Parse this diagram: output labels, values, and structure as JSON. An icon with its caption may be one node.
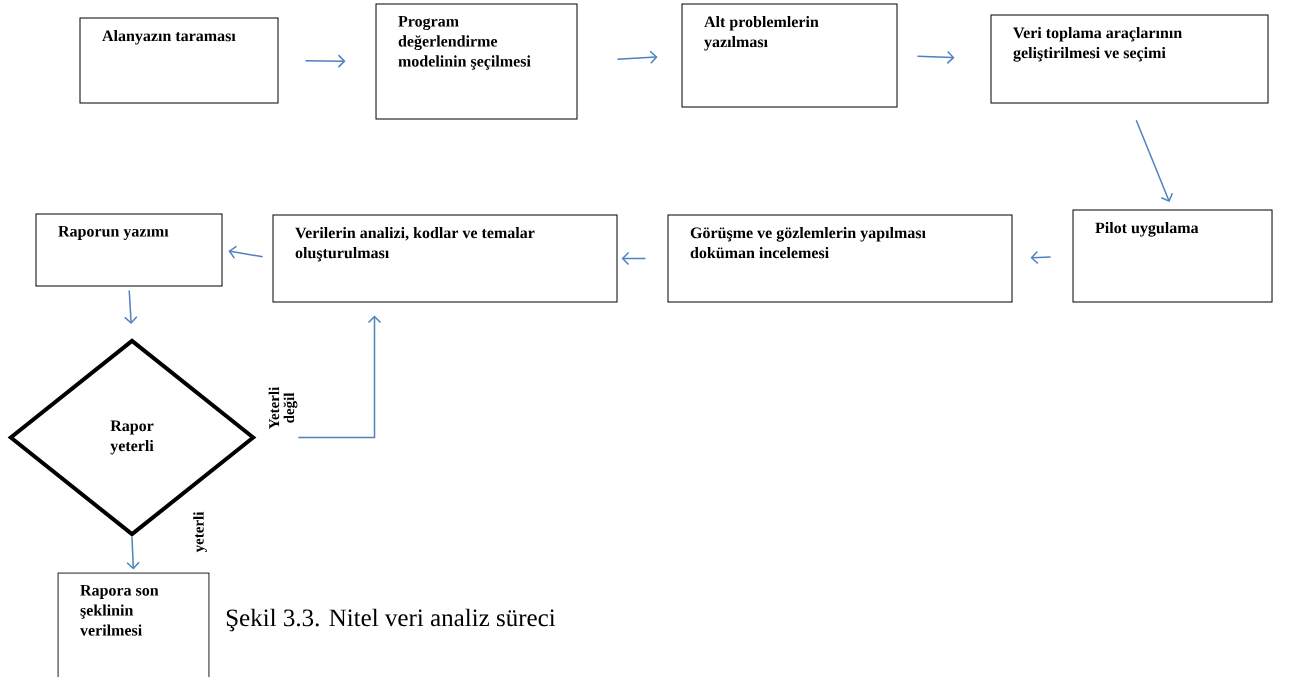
{
  "diagram": {
    "caption": "Şekil 3.3. Nitel veri analiz süreci",
    "nodes": [
      {
        "text": [
          "Alanyazın taraması"
        ]
      },
      {
        "text": [
          "Program değerlendirme modelinin şeçilmesi"
        ]
      },
      {
        "text": [
          "Alt problemlerin yazılması"
        ]
      },
      {
        "text": [
          "Veri toplama araçlarının geliştirilmesi ve seçimi"
        ]
      },
      {
        "text": [
          "Pilot uygulama"
        ]
      },
      {
        "text": [
          "Görüşme ve gözlemlerin yapılması doküman incelemesi"
        ]
      },
      {
        "text": [
          "Verilerin analizi, kodlar ve temalar oluşturulması"
        ]
      },
      {
        "text": [
          "Raporun yazımı"
        ]
      },
      {
        "text": [
          "Rapor yeterli"
        ]
      },
      {
        "text": [
          "Rapora son şeklinin verilmesi"
        ]
      }
    ],
    "edges": [
      {
        "from": 0,
        "to": 1,
        "arrow": "to"
      },
      {
        "from": 1,
        "to": 2,
        "arrow": "to"
      },
      {
        "from": 2,
        "to": 3,
        "arrow": "to"
      },
      {
        "from": 3,
        "to": 4,
        "arrow": "to"
      },
      {
        "from": 4,
        "to": 5,
        "arrow": "to"
      },
      {
        "from": 5,
        "to": 6,
        "arrow": "to"
      },
      {
        "from": 6,
        "to": 7,
        "arrow": "to"
      },
      {
        "from": 7,
        "to": 8,
        "arrow": "to"
      },
      {
        "from": 8,
        "to": 6,
        "arrow": "to",
        "label": "Yeterli değil"
      },
      {
        "from": 8,
        "to": 9,
        "arrow": "to",
        "label": "yeterli"
      }
    ]
  }
}
